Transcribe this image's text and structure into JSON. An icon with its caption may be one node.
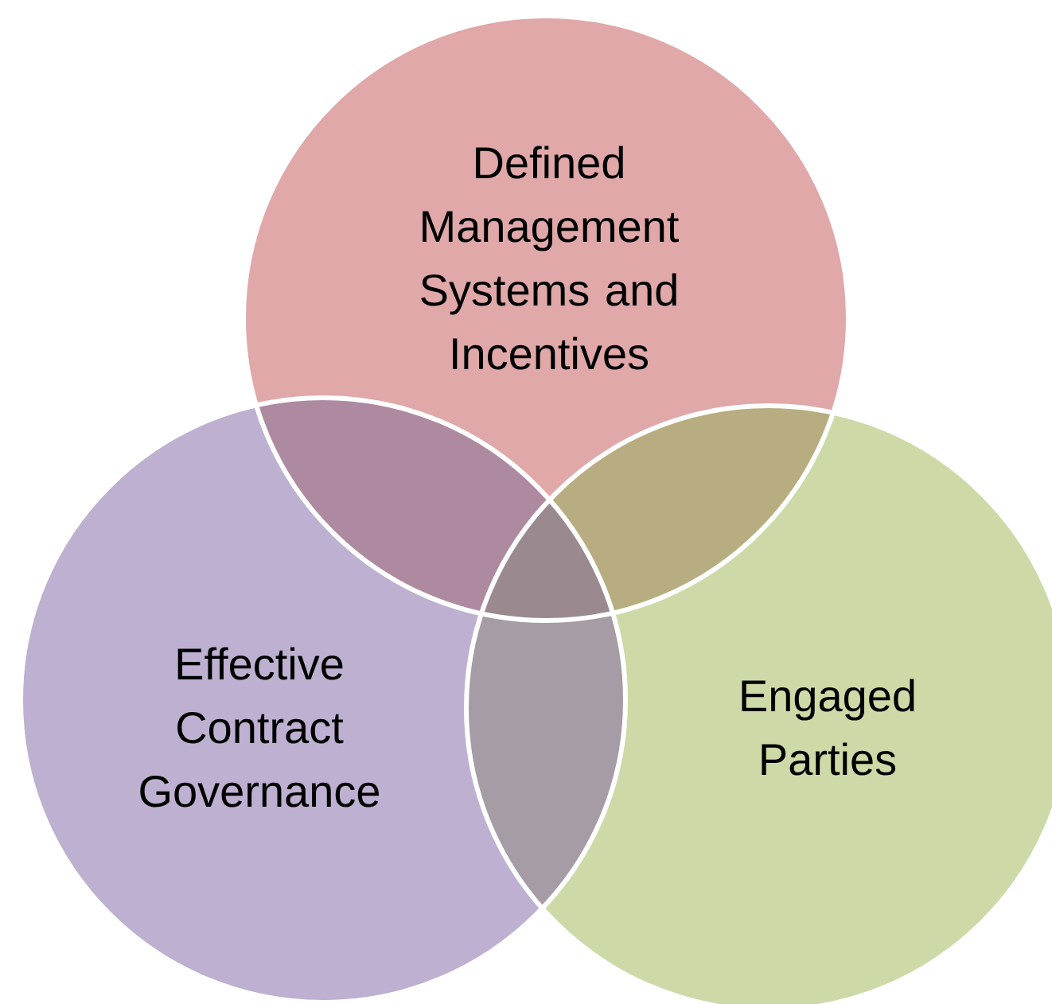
{
  "diagram": {
    "nodes": [
      {
        "text": [
          "Defined Management Systems and Incentives"
        ]
      },
      {
        "text": [
          "Effective Contract Governance"
        ]
      },
      {
        "text": [
          "Engaged Parties"
        ]
      }
    ]
  }
}
